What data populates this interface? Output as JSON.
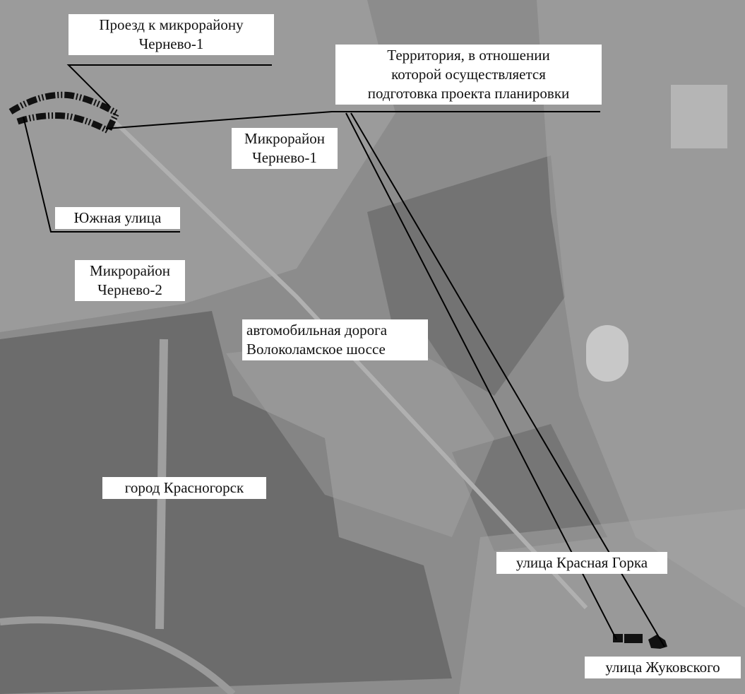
{
  "labels": {
    "proezd": [
      "Проезд к микрорайону",
      "Чернево-1"
    ],
    "territory": [
      "Территория, в отношении",
      "которой осуществляется",
      "подготовка проекта планировки"
    ],
    "chernevo1": [
      "Микрорайон",
      "Чернево-1"
    ],
    "yuzhnaya": "Южная улица",
    "chernevo2": [
      "Микрорайон",
      "Чернево-2"
    ],
    "highway": [
      "автомобильная дорога",
      "Волоколамское шоссе"
    ],
    "city": "город Красногорск",
    "krasnaya_gorka": "улица Красная Горка",
    "zhukovskogo": "улица Жуковского"
  },
  "colors": {
    "base": "#8a8a8a",
    "forest": "#6f6f6f",
    "urban": "#a3a3a3",
    "marker": "#111111"
  }
}
